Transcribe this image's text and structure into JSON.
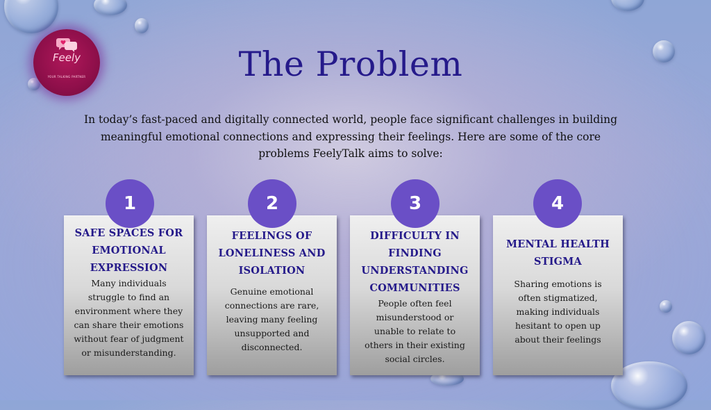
{
  "logo": {
    "name": "Feely",
    "tagline": "YOUR TALKING PARTNER"
  },
  "title": "The Problem",
  "intro": "In today’s fast-paced and digitally connected world, people face significant challenges in building meaningful emotional connections and expressing their feelings. Here are some of the core problems FeelyTalk aims to solve:",
  "cards": [
    {
      "number": "1",
      "heading": "SAFE SPACES FOR EMOTIONAL EXPRESSION",
      "body": "Many individuals struggle to find an environment where they can share their emotions without fear of judgment or misunderstanding."
    },
    {
      "number": "2",
      "heading": "FEELINGS OF LONELINESS AND ISOLATION",
      "body": "Genuine emotional connections are rare, leaving many feeling unsupported and disconnected."
    },
    {
      "number": "3",
      "heading": "DIFFICULTY IN FINDING UNDERSTANDING COMMUNITIES",
      "body": "People often feel misunderstood or unable to relate to others in their existing social circles."
    },
    {
      "number": "4",
      "heading": "MENTAL HEALTH STIGMA",
      "body": "Sharing emotions is often stigmatized, making individuals hesitant to open up about their feelings"
    }
  ],
  "colors": {
    "title": "#251a8a",
    "badge": "#6a4fc6",
    "logo": "#9e1252"
  }
}
